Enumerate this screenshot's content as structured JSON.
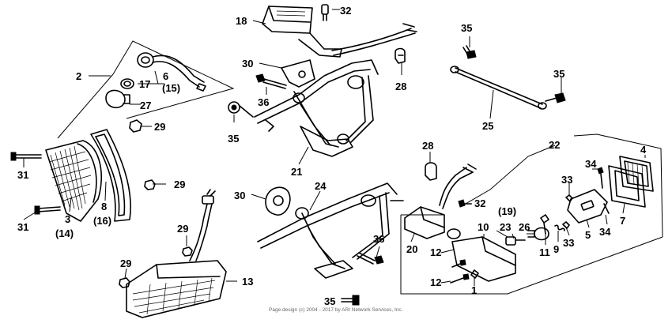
{
  "callouts": {
    "c2": "2",
    "c6": "6",
    "c15": "(15)",
    "c17": "17",
    "c27": "27",
    "c18": "18",
    "c32a": "32",
    "c30a": "30",
    "c36a": "36",
    "c35a": "35",
    "c28a": "28",
    "c35b": "35",
    "c35c": "35",
    "c25": "25",
    "c29a": "29",
    "c29b": "29",
    "c31a": "31",
    "c31b": "31",
    "c3": "3",
    "c14": "(14)",
    "c8": "8",
    "c16": "(16)",
    "c21": "21",
    "c30b": "30",
    "c24": "24",
    "c29c": "29",
    "c29d": "29",
    "c13": "13",
    "c36b": "36",
    "c35d": "35",
    "c28b": "28",
    "c32b": "32",
    "c22": "22",
    "c4": "4",
    "c34a": "34",
    "c33a": "33",
    "c19": "(19)",
    "c10": "10",
    "c23": "23",
    "c26": "26",
    "c20": "20",
    "c11": "11",
    "c9": "9",
    "c33b": "33",
    "c5": "5",
    "c34b": "34",
    "c7": "7",
    "c12a": "12",
    "c12b": "12",
    "c1": "1"
  },
  "copyright": "Page design (c) 2004 - 2017 by ARI Network Services, Inc."
}
